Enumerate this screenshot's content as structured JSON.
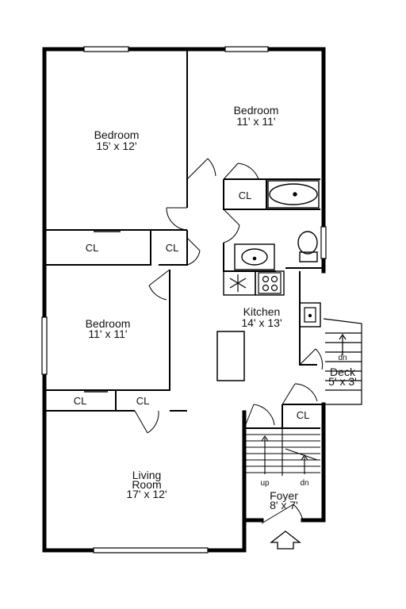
{
  "rooms": {
    "bedroom_1": {
      "name": "Bedroom",
      "size": "15' x 12'"
    },
    "bedroom_2": {
      "name": "Bedroom",
      "size": "11' x 11'"
    },
    "bedroom_3": {
      "name": "Bedroom",
      "size": "11' x 11'"
    },
    "kitchen": {
      "name": "Kitchen",
      "size": "14' x 13'"
    },
    "living_room": {
      "name_line1": "Living",
      "name_line2": "Room",
      "size": "17' x 12'"
    },
    "foyer": {
      "name": "Foyer",
      "size": "8' x 7'"
    },
    "deck": {
      "name": "Deck",
      "size": "5' x 3'"
    }
  },
  "closet_label": "CL",
  "stairs": {
    "up": "up",
    "down": "dn",
    "deck_down": "dn"
  },
  "icons": {
    "entry": "entry-arrow-icon",
    "fridge": "snowflake-icon"
  }
}
